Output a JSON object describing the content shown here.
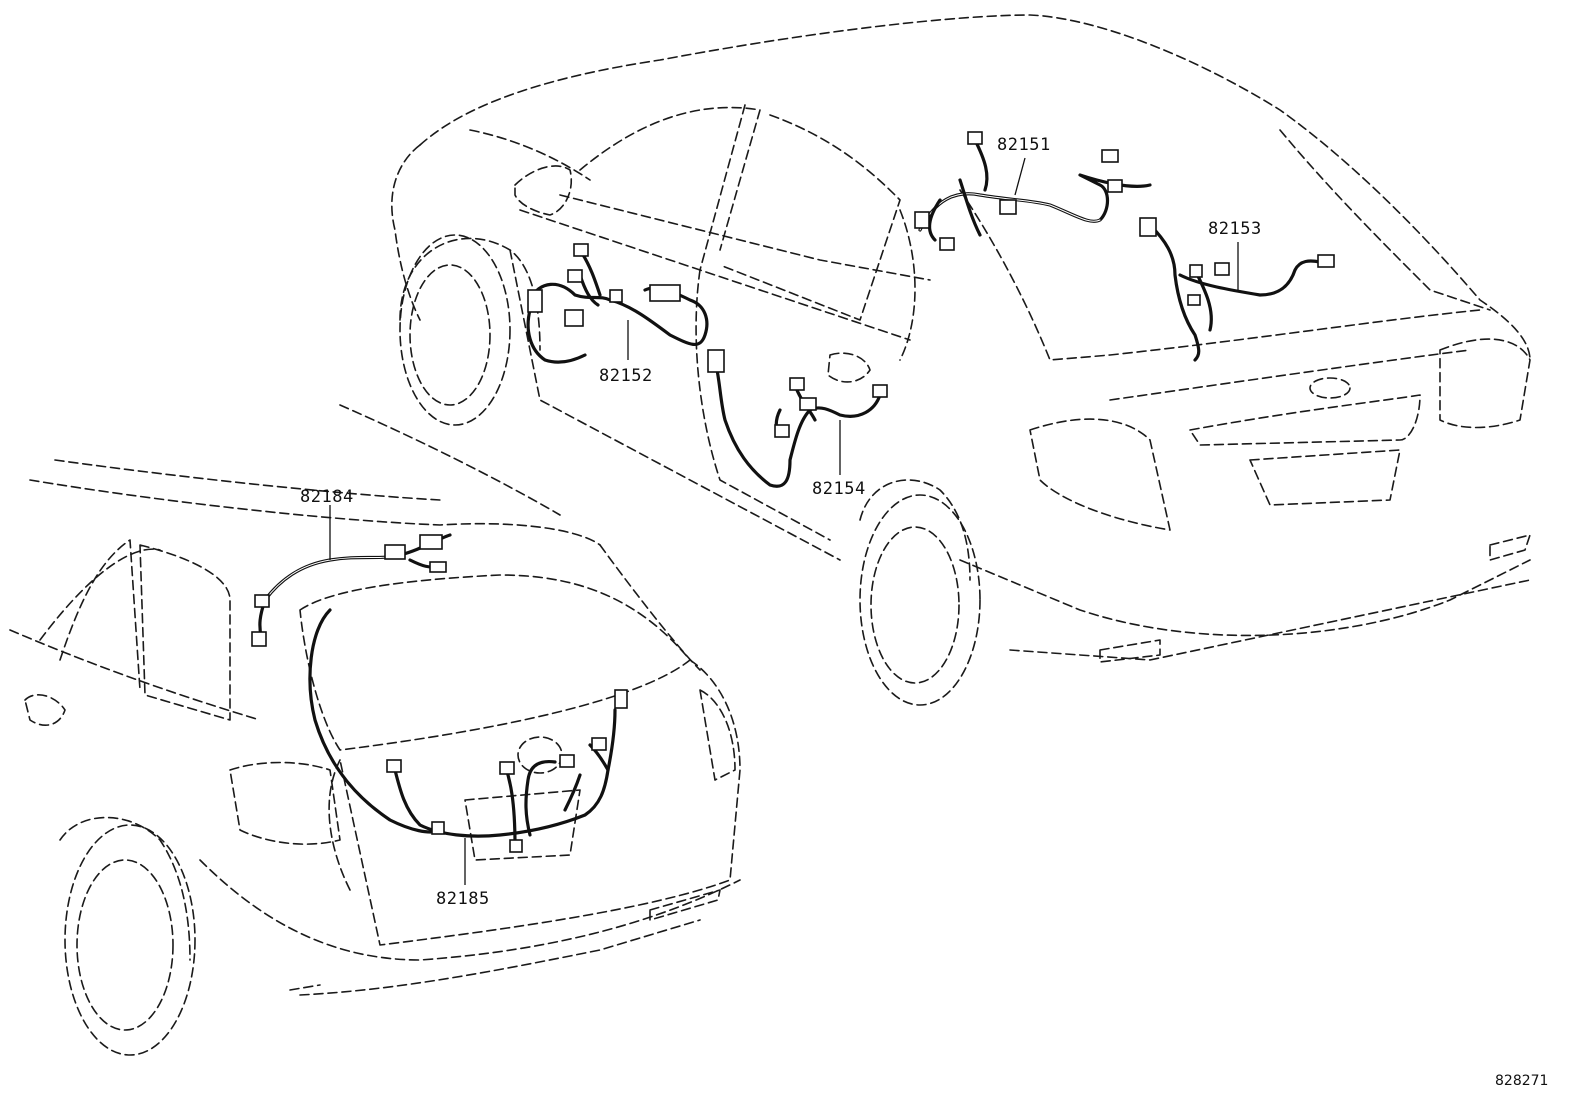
{
  "parts": [
    {
      "id": "p82151",
      "label": "82151"
    },
    {
      "id": "p82152",
      "label": "82152"
    },
    {
      "id": "p82153",
      "label": "82153"
    },
    {
      "id": "p82154",
      "label": "82154"
    },
    {
      "id": "p82184",
      "label": "82184"
    },
    {
      "id": "p82185",
      "label": "82185"
    }
  ],
  "figure_id": "828271"
}
